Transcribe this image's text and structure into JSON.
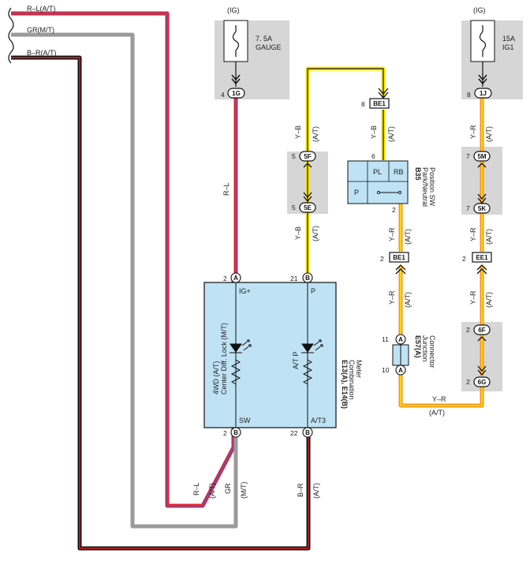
{
  "inputs": {
    "rl": "R–L(A/T)",
    "gr": "GR(M/T)",
    "br": "B–R(A/T)"
  },
  "gauge_fuse": {
    "ig": "(IG)",
    "rating": "7. 5A",
    "name": "GAUGE",
    "pin": "4",
    "conn": "1G"
  },
  "ig1_fuse": {
    "ig": "(IG)",
    "rating": "15A",
    "name": "IG1",
    "pin": "8",
    "conn": "1J"
  },
  "wires": {
    "rl": "R–L",
    "yb": "Y–B",
    "yr": "Y–R",
    "at": "(A/T)",
    "mt": "(M/T)",
    "gr": "GR",
    "br": "B–R"
  },
  "connectors": {
    "be1_top": {
      "pin": "8",
      "conn": "BE1"
    },
    "be1_bot": {
      "pin": "2",
      "conn": "BE1"
    },
    "c5f": {
      "pin": "5",
      "conn": "5F"
    },
    "c5e": {
      "pin": "5",
      "conn": "5E"
    },
    "c5m": {
      "pin": "7",
      "conn": "5M"
    },
    "c5k": {
      "pin": "7",
      "conn": "5K"
    },
    "ee1": {
      "pin": "2",
      "conn": "EE1"
    },
    "c6f": {
      "pin": "2",
      "conn": "6F"
    },
    "c6g": {
      "pin": "2",
      "conn": "6G"
    }
  },
  "park_sw": {
    "code": "B35",
    "name1": "Park/Neutral",
    "name2": "Position SW",
    "pin_top": "6",
    "pin_bot": "2",
    "pl": "PL",
    "rb": "RB",
    "p": "P"
  },
  "junction": {
    "code": "E57(A)",
    "name1": "Junction",
    "name2": "Connector",
    "pin_top": "11",
    "pin_bot": "10",
    "a": "A"
  },
  "meter": {
    "code": "E13(A), E14(B)",
    "name1": "Combination",
    "name2": "Meter",
    "ig_plus": "IG+",
    "p": "P",
    "sw": "SW",
    "at3": "A/T3",
    "pin_a2": "2",
    "pin_b21": "21",
    "pin_b2": "2",
    "pin_b22": "22",
    "conn_a": "A",
    "conn_b": "B",
    "ind1_a": "4WD (A/T)",
    "ind1_b": "Center Diff. Lock (M/T)",
    "ind2": "A/T P"
  },
  "colors": {
    "red": "#e8222a",
    "blue": "#3d63d8",
    "gray": "#9a9a9a",
    "black": "#111111",
    "yellow": "#ffe600",
    "orange": "#f7941d",
    "box_fill": "#bfe3f5",
    "shade": "#d6d6d6"
  }
}
